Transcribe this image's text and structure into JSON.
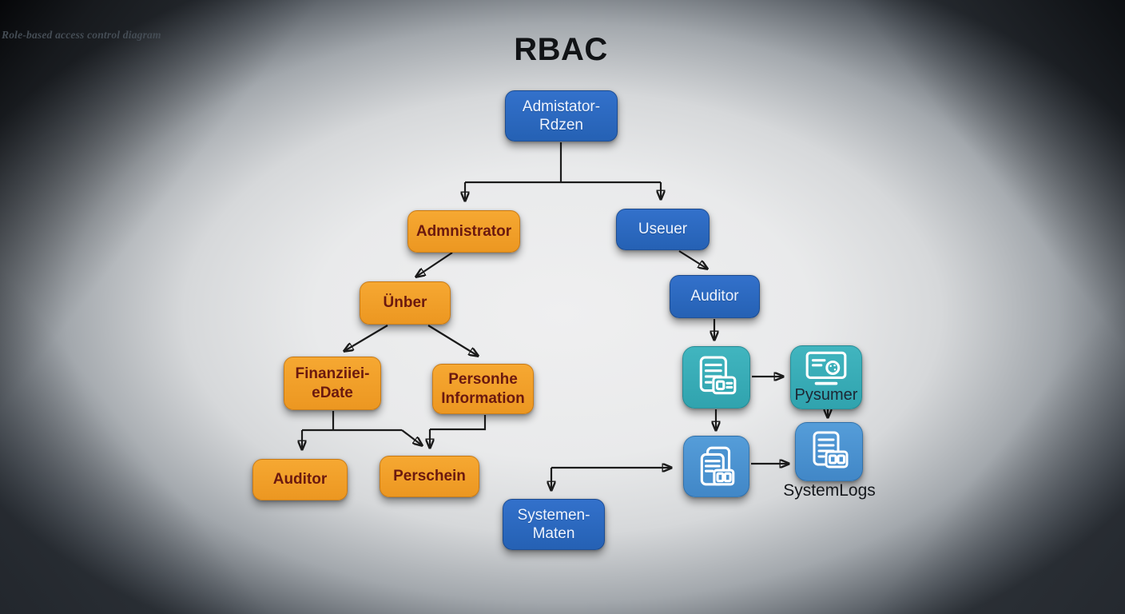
{
  "meta": {
    "caption": "Role-based access control diagram",
    "title": "RBAC"
  },
  "colors": {
    "blue_box": "#2b6ac1",
    "orange_box": "#f09f2e",
    "orange_text": "#6b190f",
    "teal_box": "#38aeba",
    "light_blue_box": "#4b94d2",
    "arrow": "#1b1b1b",
    "title_text": "#111316",
    "background_center": "#efeff0",
    "background_edge": "#0a0c0f"
  },
  "nodes": {
    "root": {
      "label": "Admistator-Rdzen",
      "type": "blue"
    },
    "admnistrator": {
      "label": "Admnistrator",
      "type": "orange"
    },
    "useuer": {
      "label": "Useuer",
      "type": "blue"
    },
    "uenber": {
      "label": "Ünber",
      "type": "orange"
    },
    "auditor_right": {
      "label": "Auditor",
      "type": "blue"
    },
    "finanziiei": {
      "label": "Finanziiei-eDate",
      "type": "orange"
    },
    "personhe": {
      "label": "Personhe Information",
      "type": "orange"
    },
    "auditor_bottom": {
      "label": "Auditor",
      "type": "orange"
    },
    "perschein": {
      "label": "Perschein",
      "type": "orange"
    },
    "systemen_maten": {
      "label": "Systemen-Maten",
      "type": "blue"
    },
    "doc_teal": {
      "icon": "document-card-icon",
      "type": "teal"
    },
    "pysumer": {
      "label": "Pysumer",
      "icon": "monitor-palette-icon",
      "type": "teal"
    },
    "docs_blue": {
      "icon": "documents-stack-card-icon",
      "type": "light_blue"
    },
    "system_logs": {
      "label": "SystemLogs",
      "icon": "document-card-icon",
      "type": "light_blue"
    }
  }
}
